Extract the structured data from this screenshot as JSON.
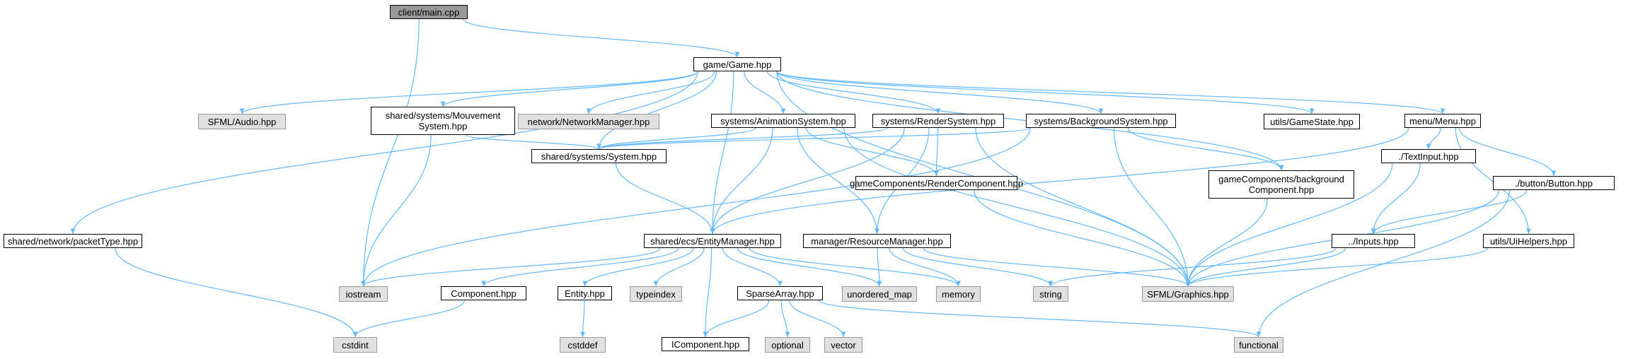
{
  "colors": {
    "edge": "#63b8ff",
    "root_fill": "#999999",
    "external_fill": "#e0e0e0",
    "external_border": "#999999",
    "node_border": "#000000"
  },
  "nodes": {
    "main": {
      "label": "client/main.cpp",
      "kind": "root"
    },
    "game": {
      "label": "game/Game.hpp",
      "kind": "normal"
    },
    "sfml_audio": {
      "label": "SFML/Audio.hpp",
      "kind": "external"
    },
    "mouvement": {
      "label": "shared/systems/Mouvement\nSystem.hpp",
      "kind": "normal"
    },
    "netmgr": {
      "label": "network/NetworkManager.hpp",
      "kind": "external"
    },
    "anim": {
      "label": "systems/AnimationSystem.hpp",
      "kind": "normal"
    },
    "render": {
      "label": "systems/RenderSystem.hpp",
      "kind": "normal"
    },
    "bgsys": {
      "label": "systems/BackgroundSystem.hpp",
      "kind": "normal"
    },
    "gamestate": {
      "label": "utils/GameState.hpp",
      "kind": "normal"
    },
    "menu": {
      "label": "menu/Menu.hpp",
      "kind": "normal"
    },
    "system": {
      "label": "shared/systems/System.hpp",
      "kind": "normal"
    },
    "rendercomp": {
      "label": "gameComponents/RenderComponent.hpp",
      "kind": "normal"
    },
    "bgcomp": {
      "label": "gameComponents/background\nComponent.hpp",
      "kind": "normal"
    },
    "textinput": {
      "label": "./TextInput.hpp",
      "kind": "normal"
    },
    "button": {
      "label": "./button/Button.hpp",
      "kind": "normal"
    },
    "packettype": {
      "label": "shared/network/packetType.hpp",
      "kind": "normal"
    },
    "entitymgr": {
      "label": "shared/ecs/EntityManager.hpp",
      "kind": "normal"
    },
    "resmgr": {
      "label": "manager/ResourceManager.hpp",
      "kind": "normal"
    },
    "inputs": {
      "label": "../Inputs.hpp",
      "kind": "normal"
    },
    "uihelpers": {
      "label": "utils/UiHelpers.hpp",
      "kind": "normal"
    },
    "iostream": {
      "label": "iostream",
      "kind": "external"
    },
    "component": {
      "label": "Component.hpp",
      "kind": "normal"
    },
    "entity": {
      "label": "Entity.hpp",
      "kind": "normal"
    },
    "typeindex": {
      "label": "typeindex",
      "kind": "external"
    },
    "sparse": {
      "label": "SparseArray.hpp",
      "kind": "normal"
    },
    "unordered_map": {
      "label": "unordered_map",
      "kind": "external"
    },
    "memory": {
      "label": "memory",
      "kind": "external"
    },
    "string": {
      "label": "string",
      "kind": "external"
    },
    "sfml_graphics": {
      "label": "SFML/Graphics.hpp",
      "kind": "external"
    },
    "cstdint": {
      "label": "cstdint",
      "kind": "external"
    },
    "cstddef": {
      "label": "cstddef",
      "kind": "external"
    },
    "icomponent": {
      "label": "IComponent.hpp",
      "kind": "normal"
    },
    "optional": {
      "label": "optional",
      "kind": "external"
    },
    "vector": {
      "label": "vector",
      "kind": "external"
    },
    "functional": {
      "label": "functional",
      "kind": "external"
    }
  },
  "edges": [
    [
      "main",
      "game"
    ],
    [
      "main",
      "iostream"
    ],
    [
      "game",
      "sfml_audio"
    ],
    [
      "game",
      "mouvement"
    ],
    [
      "game",
      "netmgr"
    ],
    [
      "game",
      "anim"
    ],
    [
      "game",
      "render"
    ],
    [
      "game",
      "bgsys"
    ],
    [
      "game",
      "gamestate"
    ],
    [
      "game",
      "menu"
    ],
    [
      "game",
      "system"
    ],
    [
      "game",
      "entitymgr"
    ],
    [
      "game",
      "packettype"
    ],
    [
      "game",
      "sfml_graphics"
    ],
    [
      "game",
      "bgcomp"
    ],
    [
      "mouvement",
      "system"
    ],
    [
      "mouvement",
      "iostream"
    ],
    [
      "anim",
      "system"
    ],
    [
      "anim",
      "rendercomp"
    ],
    [
      "anim",
      "entitymgr"
    ],
    [
      "anim",
      "resmgr"
    ],
    [
      "anim",
      "sfml_graphics"
    ],
    [
      "render",
      "system"
    ],
    [
      "render",
      "rendercomp"
    ],
    [
      "render",
      "entitymgr"
    ],
    [
      "render",
      "resmgr"
    ],
    [
      "render",
      "sfml_graphics"
    ],
    [
      "bgsys",
      "system"
    ],
    [
      "bgsys",
      "bgcomp"
    ],
    [
      "bgsys",
      "iostream"
    ],
    [
      "bgsys",
      "sfml_graphics"
    ],
    [
      "menu",
      "textinput"
    ],
    [
      "menu",
      "button"
    ],
    [
      "menu",
      "uihelpers"
    ],
    [
      "menu",
      "entitymgr"
    ],
    [
      "system",
      "entitymgr"
    ],
    [
      "rendercomp",
      "sfml_graphics"
    ],
    [
      "bgcomp",
      "sfml_graphics"
    ],
    [
      "textinput",
      "inputs"
    ],
    [
      "textinput",
      "sfml_graphics"
    ],
    [
      "button",
      "inputs"
    ],
    [
      "button",
      "sfml_graphics"
    ],
    [
      "button",
      "functional"
    ],
    [
      "packettype",
      "cstdint"
    ],
    [
      "entitymgr",
      "iostream"
    ],
    [
      "entitymgr",
      "component"
    ],
    [
      "entitymgr",
      "entity"
    ],
    [
      "entitymgr",
      "typeindex"
    ],
    [
      "entitymgr",
      "sparse"
    ],
    [
      "entitymgr",
      "unordered_map"
    ],
    [
      "entitymgr",
      "memory"
    ],
    [
      "entitymgr",
      "icomponent"
    ],
    [
      "resmgr",
      "unordered_map"
    ],
    [
      "resmgr",
      "memory"
    ],
    [
      "resmgr",
      "string"
    ],
    [
      "resmgr",
      "sfml_graphics"
    ],
    [
      "inputs",
      "string"
    ],
    [
      "inputs",
      "sfml_graphics"
    ],
    [
      "uihelpers",
      "sfml_graphics"
    ],
    [
      "component",
      "cstdint"
    ],
    [
      "entity",
      "cstddef"
    ],
    [
      "sparse",
      "icomponent"
    ],
    [
      "sparse",
      "optional"
    ],
    [
      "sparse",
      "vector"
    ],
    [
      "sparse",
      "functional"
    ]
  ]
}
